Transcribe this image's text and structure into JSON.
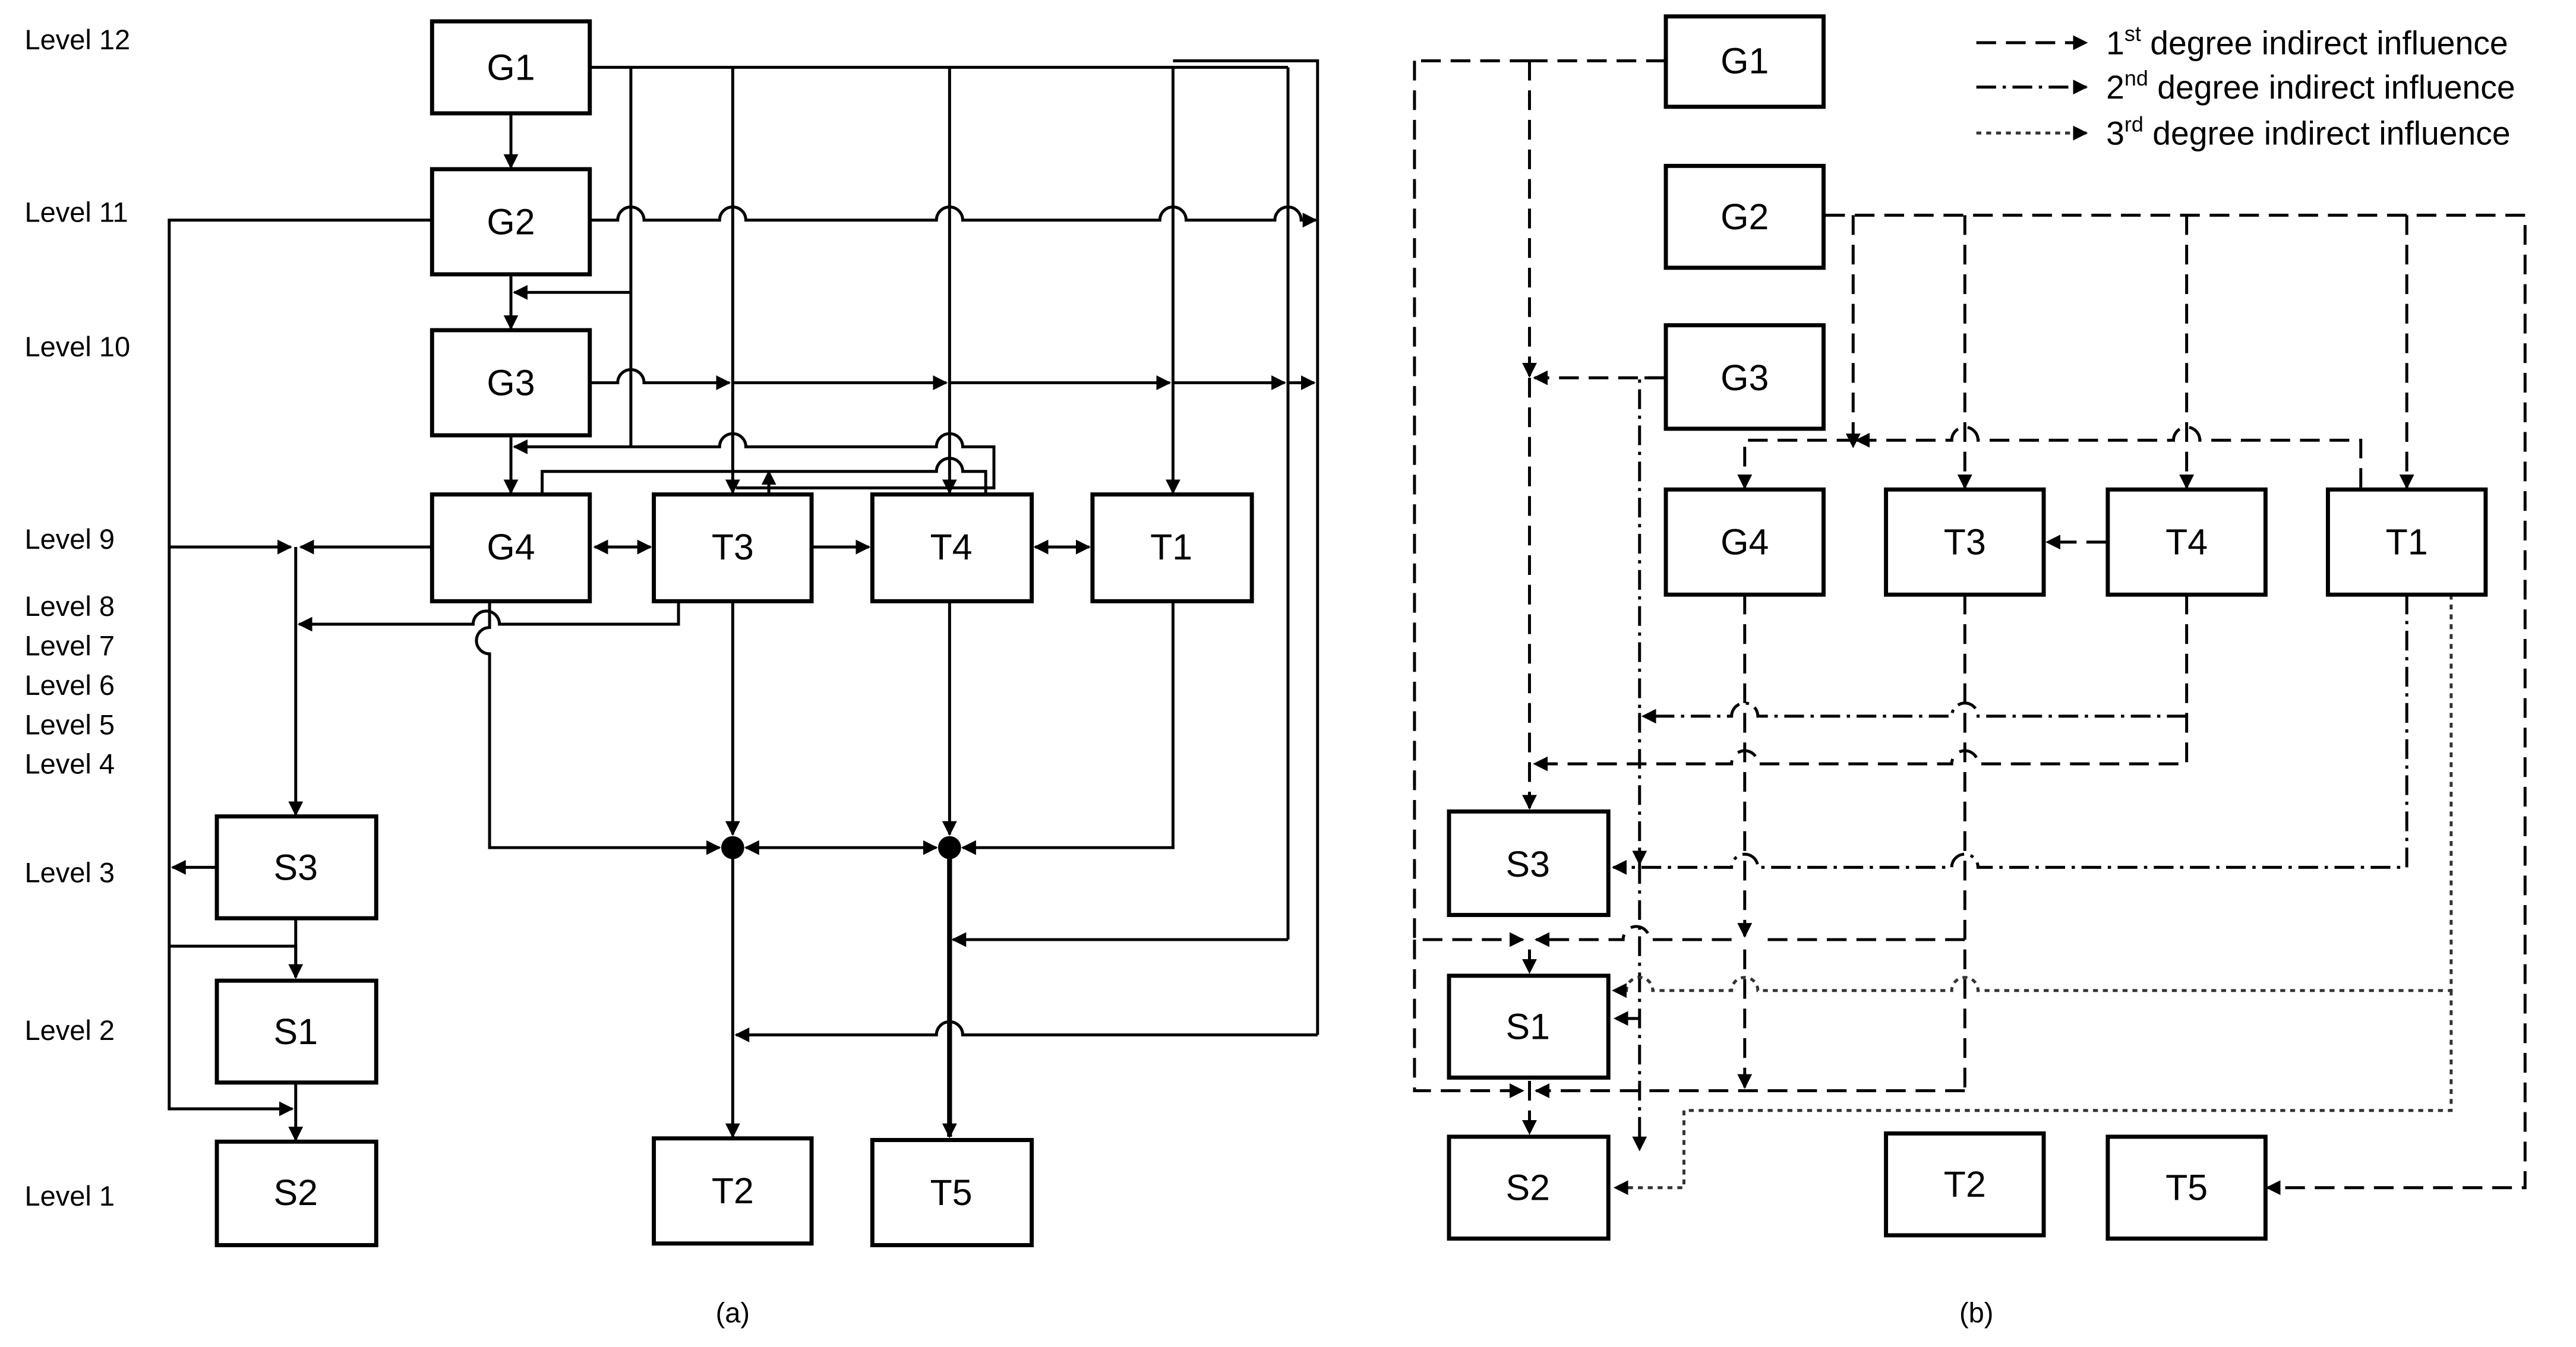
{
  "levels": [
    "Level 12",
    "Level 11",
    "Level 10",
    "Level 9",
    "Level 8",
    "Level 7",
    "Level 6",
    "Level 5",
    "Level 4",
    "Level 3",
    "Level 2",
    "Level 1"
  ],
  "left_nodes": {
    "G1": "G1",
    "G2": "G2",
    "G3": "G3",
    "G4": "G4",
    "T3": "T3",
    "T4": "T4",
    "T1": "T1",
    "S3": "S3",
    "S1": "S1",
    "S2": "S2",
    "T2": "T2",
    "T5": "T5"
  },
  "right_nodes": {
    "G1": "G1",
    "G2": "G2",
    "G3": "G3",
    "G4": "G4",
    "T3": "T3",
    "T4": "T4",
    "T1": "T1",
    "S3": "S3",
    "S1": "S1",
    "S2": "S2",
    "T2": "T2",
    "T5": "T5"
  },
  "captions": {
    "a": "(a)",
    "b": "(b)"
  },
  "legend": [
    {
      "ord": "1",
      "sup": "st",
      "text": " degree indirect influence",
      "style": "dashed"
    },
    {
      "ord": "2",
      "sup": "nd",
      "text": " degree indirect influence",
      "style": "dash-dot"
    },
    {
      "ord": "3",
      "sup": "rd",
      "text": " degree indirect influence",
      "style": "dotted"
    }
  ]
}
